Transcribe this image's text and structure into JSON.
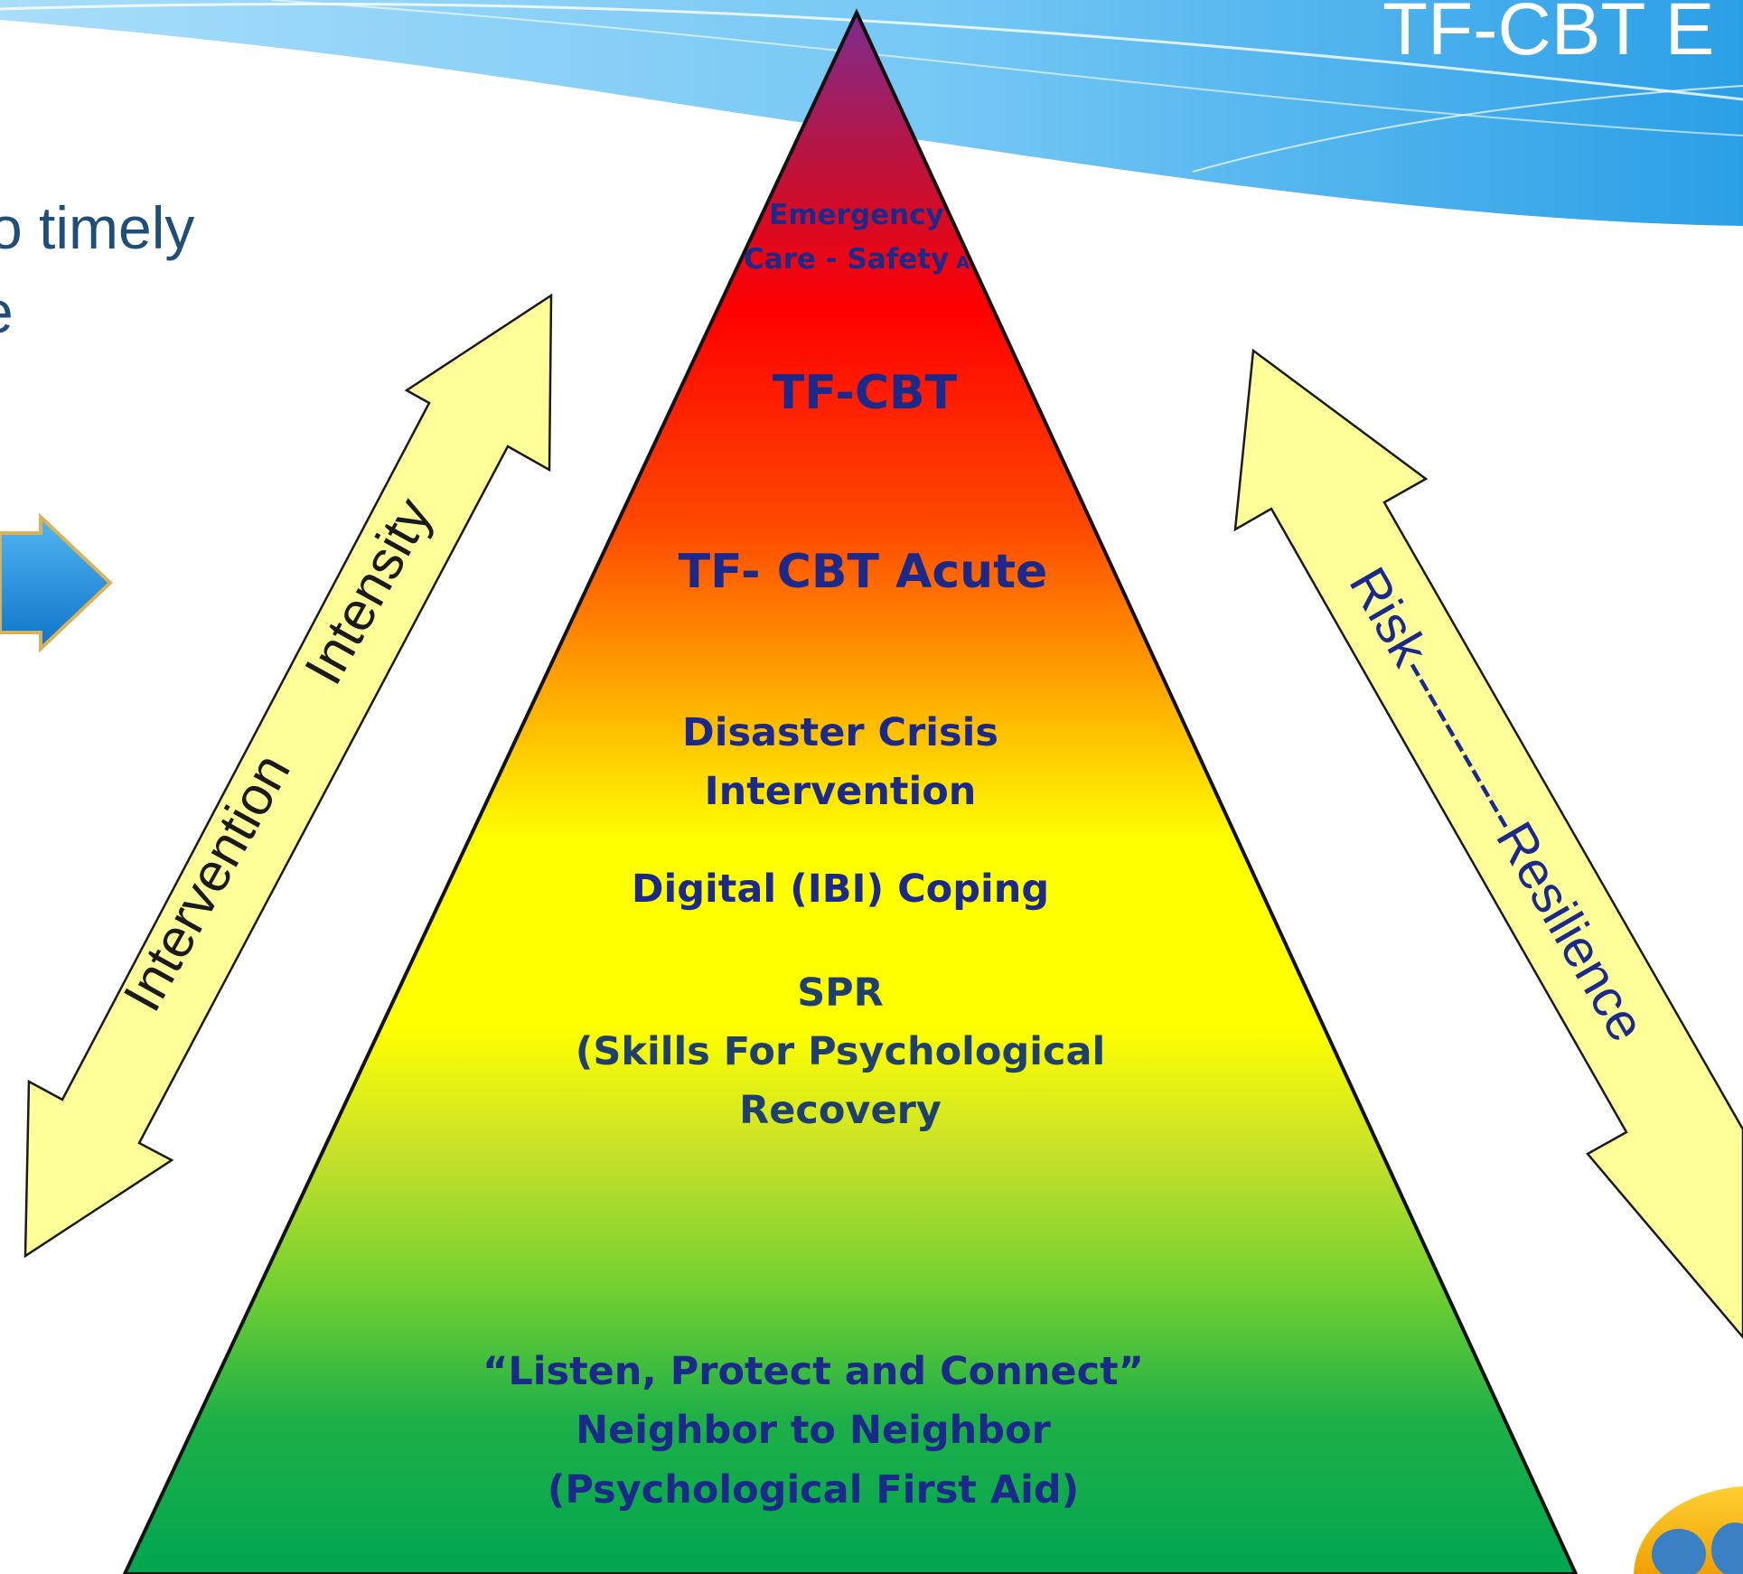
{
  "slide": {
    "title": "TF-CBT E",
    "body_line_1": "o timely",
    "body_line_2": "e"
  },
  "pyramid": {
    "tiers": [
      {
        "lines": [
          "Emergency",
          "Care - Safety"
        ],
        "suffix": "A",
        "color": "#1b2a8a"
      },
      {
        "lines": [
          "TF-CBT"
        ],
        "color": "#1b2a8a"
      },
      {
        "lines": [
          "TF- CBT Acute"
        ],
        "color": "#1b2a8a"
      },
      {
        "lines": [
          "Disaster Crisis",
          "Intervention"
        ],
        "color": "#1b2a8a"
      },
      {
        "lines": [
          "Digital (IBI) Coping"
        ],
        "color": "#1b2a8a"
      },
      {
        "lines": [
          "SPR",
          "(Skills For Psychological",
          "Recovery"
        ],
        "color": "#1f3f6e"
      },
      {
        "lines": [
          "“Listen, Protect and Connect”",
          "Neighbor to Neighbor",
          "(Psychological First Aid)"
        ],
        "color": "#1b2a8a"
      }
    ],
    "gradient_colors": [
      "#7b2c8f",
      "#c0123a",
      "#ff0000",
      "#ff4a00",
      "#ffa500",
      "#ffff00",
      "#ffff00",
      "#c7e12a",
      "#6fcf31",
      "#1fb047",
      "#00a651"
    ]
  },
  "arrows": {
    "left_label": "Intervention      Intensity",
    "right_label": "Risk-----------Resilience",
    "fill": "#ffff99"
  },
  "colors": {
    "banner_light": "#b8e2fa",
    "banner_mid": "#5fbcf2",
    "banner_dark": "#2a9be0",
    "text_blue": "#1f4e79",
    "accent_arrow": "#1e8fe0",
    "arrow_stroke": "#1a1a1a"
  }
}
